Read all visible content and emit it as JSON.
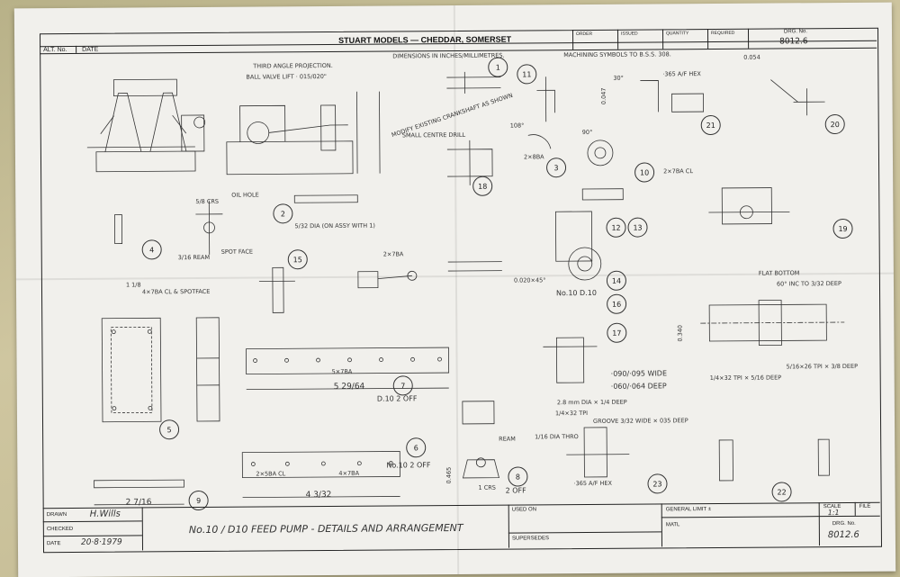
{
  "header": {
    "alt_no": "ALT. No.",
    "date": "DATE",
    "company": "STUART MODELS — CHEDDAR, SOMERSET",
    "order": "ORDER",
    "issued": "ISSUED",
    "quantity": "QUANTITY",
    "required": "REQUIRED",
    "drg_no_label": "DRG. No.",
    "drg_no": "8012.6"
  },
  "notes": {
    "projection": "THIRD ANGLE PROJECTION.",
    "ball_valve": "BALL VALVE LIFT · 015/020\"",
    "dimensions": "DIMENSIONS IN INCHES/MILLIMETRES.",
    "machining": "MACHINING SYMBOLS TO B.S.S. 308.",
    "modify": "MODIFY EXISTING CRANKSHAFT AS SHOWN",
    "small_centre": "SMALL CENTRE DRILL",
    "oil_hole": "OIL HOLE",
    "spot_face": "SPOT FACE",
    "spotface_left": "4×7BA CL & SPOTFACE",
    "crs": "5/8 CRS",
    "ream": "3/16 REAM",
    "dia_on_assy": "5/32 DIA (ON ASSY WITH 1)",
    "five_7ba": "5×7BA",
    "two_5ba": "2×5BA CL",
    "four_7ba": "4×7BA",
    "d10_2off": "D.10  2 OFF",
    "n10_2off": "No.10  2 OFF",
    "two_7ba_cl": "2×7BA CL",
    "two_8ba": "2×8BA",
    "groove": "GROOVE 3/32 WIDE × 035 DEEP",
    "dia_thro": "1/16 DIA THRO",
    "af_hex": "·365 A/F HEX",
    "af_hex_top": "·365 A/F HEX",
    "wide_090": "·090/·095 WIDE",
    "deep_060": "·060/·064 DEEP",
    "thread": "1/4×32 TPI",
    "dia_deep": "2.8 mm DIA × 1/4 DEEP",
    "flat_bottom": "FLAT BOTTOM",
    "deg60": "60° INC TO 3/32 DEEP",
    "tpi_deep": "1/4×32 TPI × 5/16 DEEP",
    "tpi26": "5/16×26 TPI × 3/8 DEEP",
    "n10_d10": "No.10   D.10",
    "two_7ba": "2×7BA",
    "dim_020": "0.020×45°",
    "deg108": "108°",
    "deg90": "90°",
    "deg30": "30°",
    "dim_054": "0.054",
    "dim_047": "0.047",
    "dim_0340": "0.340",
    "dim_465": "0.465",
    "one_eighth": "1 1/8",
    "five_29_64": "5 29/64",
    "four_3_32": "4 3/32",
    "two_7_16": "2 7/16",
    "two_off": "2 OFF",
    "one_cst": "1 CRS",
    "ream_one": "REAM"
  },
  "parts": [
    "1",
    "2",
    "3",
    "4",
    "5",
    "6",
    "7",
    "8",
    "9",
    "10",
    "11",
    "12",
    "13",
    "14",
    "15",
    "16",
    "17",
    "18",
    "19",
    "20",
    "21",
    "22",
    "23"
  ],
  "title_block": {
    "drawn_label": "DRAWN",
    "drawn_by": "H.Wills",
    "checked_label": "CHECKED",
    "date_label": "DATE",
    "date_value": "20·8·1979",
    "title": "No.10 / D10 FEED PUMP  -  DETAILS AND ARRANGEMENT",
    "used_on": "USED ON",
    "supersedes": "SUPERSEDES",
    "general_limit": "GENERAL LIMIT ±",
    "matl": "MATL",
    "scale_label": "SCALE",
    "scale_value": "1:1",
    "file_label": "FILE",
    "drg_no_label": "DRG. No.",
    "drg_no": "8012.6"
  }
}
